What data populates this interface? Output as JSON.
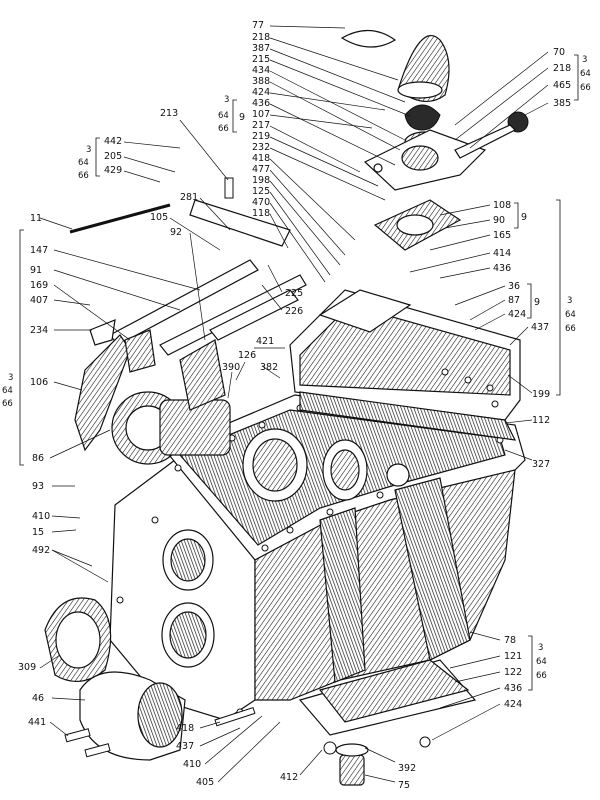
{
  "callouts": {
    "c77": "77",
    "c218a": "218",
    "c387": "387",
    "c215": "215",
    "c434": "434",
    "c388": "388",
    "c424a": "424",
    "c436a": "436",
    "c107": "107",
    "c217": "217",
    "c219": "219",
    "c232": "232",
    "c418a": "418",
    "c477": "477",
    "c198": "198",
    "c125": "125",
    "c470": "470",
    "c118": "118",
    "c70": "70",
    "c218b": "218",
    "c465": "465",
    "c385": "385",
    "c213": "213",
    "c442": "442",
    "c205": "205",
    "c429": "429",
    "c11": "11",
    "c281": "281",
    "c105": "105",
    "c92": "92",
    "c147": "147",
    "c91": "91",
    "c169": "169",
    "c407": "407",
    "c234": "234",
    "c106": "106",
    "c225": "225",
    "c226": "226",
    "c421": "421",
    "c126": "126",
    "c382": "382",
    "c390": "390",
    "c86": "86",
    "c93": "93",
    "c410a": "410",
    "c15": "15",
    "c492": "492",
    "c108": "108",
    "c90": "90",
    "c165": "165",
    "c414": "414",
    "c436b": "436",
    "c36": "36",
    "c87": "87",
    "c424b": "424",
    "c437a": "437",
    "c199": "199",
    "c112": "112",
    "c327": "327",
    "c78": "78",
    "c121": "121",
    "c122": "122",
    "c436c": "436",
    "c424c": "424",
    "c392": "392",
    "c75": "75",
    "c412": "412",
    "c309": "309",
    "c46": "46",
    "c441": "441",
    "c418b": "418",
    "c437b": "437",
    "c410b": "410",
    "c405": "405"
  },
  "brackets": {
    "b1": {
      "top": "3",
      "mid": "64",
      "bot": "66",
      "side": "9"
    },
    "b2": {
      "top": "3",
      "mid": "64",
      "bot": "66"
    },
    "b3": {
      "top": "3",
      "mid": "64",
      "bot": "66"
    },
    "b4": {
      "top": "3",
      "mid": "64",
      "bot": "66",
      "side": "9"
    },
    "b5": {
      "top": "3",
      "mid": "64",
      "bot": "66",
      "side": "9"
    },
    "b6": {
      "top": "3",
      "mid": "64",
      "bot": "66"
    },
    "b7": {
      "top": "3",
      "mid": "64",
      "bot": "66"
    }
  },
  "leader_slope": {
    "c77": -0.05,
    "c218a": 0.55,
    "c387": 0.6,
    "c215": 0.9,
    "c434": 1.0,
    "c388": 1.2,
    "c424a": 1.6,
    "c436a": 2.0,
    "c107": 2.4,
    "c217": 2.6,
    "c219": 2.7,
    "c232": 2.8,
    "c418a": 2.3,
    "c477": 2.1,
    "c198": 2.0,
    "c125": 1.9,
    "c470": 1.8,
    "c118": 1.6
  }
}
